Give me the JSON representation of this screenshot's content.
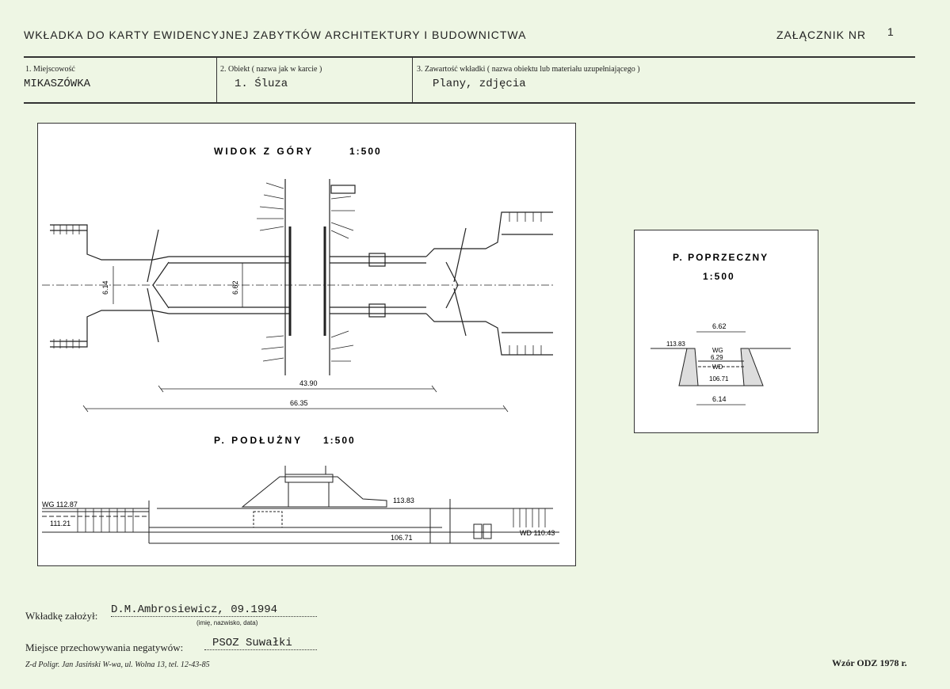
{
  "header": {
    "title": "WKŁADKA DO KARTY EWIDENCYJNEJ ZABYTKÓW ARCHITEKTURY I BUDOWNICTWA",
    "annex_label": "ZAŁĄCZNIK NR",
    "annex_number": "1"
  },
  "fields": {
    "locality": {
      "label": "1. Miejscowość",
      "value": "MIKASZÓWKA"
    },
    "object": {
      "label": "2. Obiekt ( nazwa jak w karcie )",
      "value": "1. Śluza"
    },
    "contents": {
      "label": "3. Zawartość wkładki ( nazwa obiektu lub materiału uzupełniającego )",
      "value": "Plany, zdjęcia"
    }
  },
  "drawing_main": {
    "plan_title": "WIDOK Z GÓRY",
    "plan_scale": "1:500",
    "dims": {
      "entrance_width": "6.14",
      "chamber_width": "6.62",
      "chamber_length": "43.90",
      "total_length": "66.35"
    },
    "section_title": "P. PODŁUŻNY",
    "section_scale": "1:500",
    "levels": {
      "wg": "WG 112.87",
      "lower_left": "111.21",
      "top": "113.83",
      "bottom": "106.71",
      "wd": "WD 110.43"
    }
  },
  "drawing_cross": {
    "title": "P. POPRZECZNY",
    "scale": "1:500",
    "top_width": "6.62",
    "bottom_width": "6.14",
    "level_top": "113.83",
    "wg": "WG",
    "mid_dim": "6.29",
    "wd": "WD",
    "level_bottom": "106.71"
  },
  "footer": {
    "author_label": "Wkładkę założył:",
    "author_value": "D.M.Ambrosiewicz, 09.1994",
    "author_hint": "(imię, nazwisko, data)",
    "storage_label": "Miejsce przechowywania negatywów:",
    "storage_value": "PSOZ Suwałki",
    "printer": "Z-d Poligr. Jan Jasiński W-wa, ul. Wolna 13, tel. 12-43-85",
    "form_code": "Wzór ODZ 1978 r."
  }
}
